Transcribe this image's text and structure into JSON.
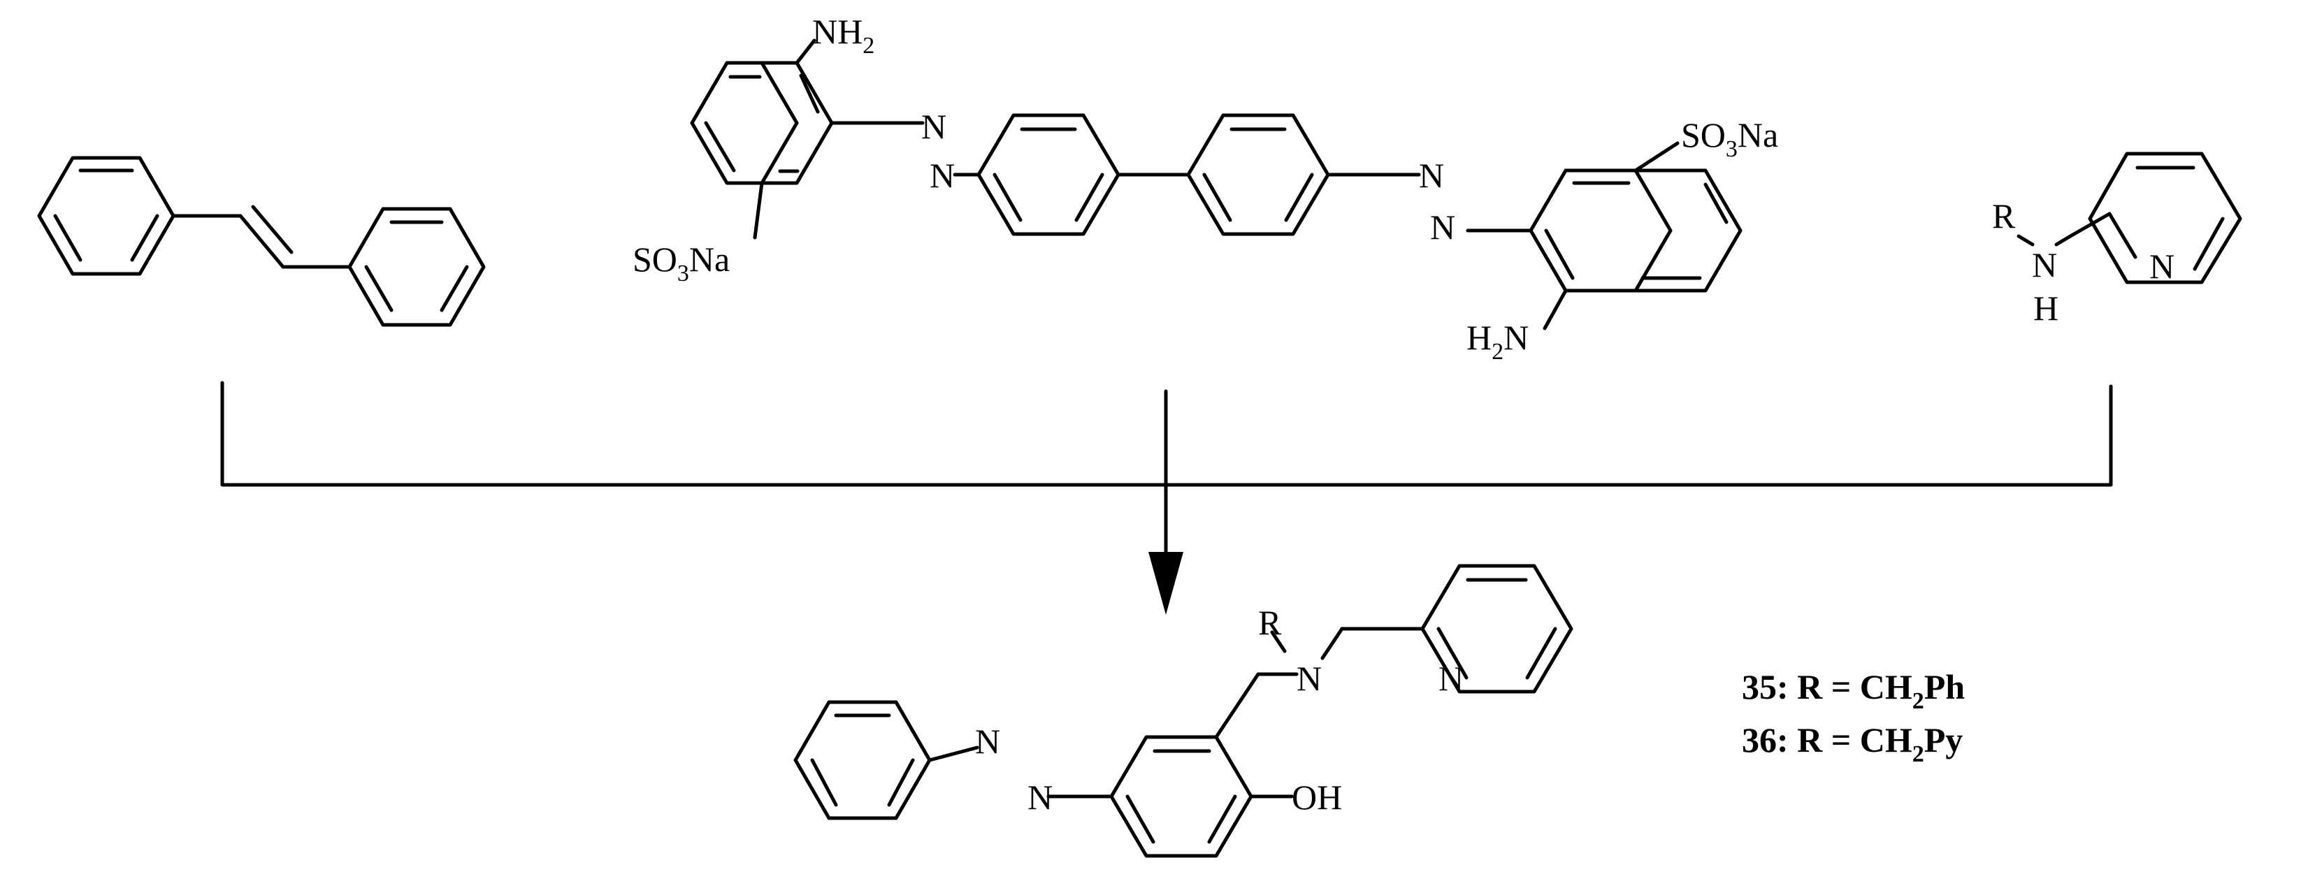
{
  "colors": {
    "line": "#000000",
    "background": "#ffffff"
  },
  "azo_dye": {
    "top_amine": {
      "main": "NH",
      "sub": "2"
    },
    "left_sulfonate": {
      "a": "SO",
      "sub": "3",
      "b": "Na"
    },
    "azo_left": {
      "n1": "N",
      "n2": "N"
    },
    "azo_right": {
      "n1": "N",
      "n2": "N"
    },
    "right_sulfonate": {
      "a": "SO",
      "sub": "3",
      "b": "Na"
    },
    "bottom_amine": {
      "a": "H",
      "sub": "2",
      "b": "N"
    }
  },
  "amine_reagent": {
    "r": "R",
    "n": "N",
    "h": "H",
    "py_n": "N"
  },
  "product": {
    "r": "R",
    "n": "N",
    "py_n": "N",
    "azo": {
      "n1": "N",
      "n2": "N"
    },
    "oh": "OH"
  },
  "compounds": [
    {
      "num": "35",
      "rest": ": R = CH",
      "sub": "2",
      "tail": "Ph"
    },
    {
      "num": "36",
      "rest": ": R = CH",
      "sub": "2",
      "tail": "Py"
    }
  ]
}
